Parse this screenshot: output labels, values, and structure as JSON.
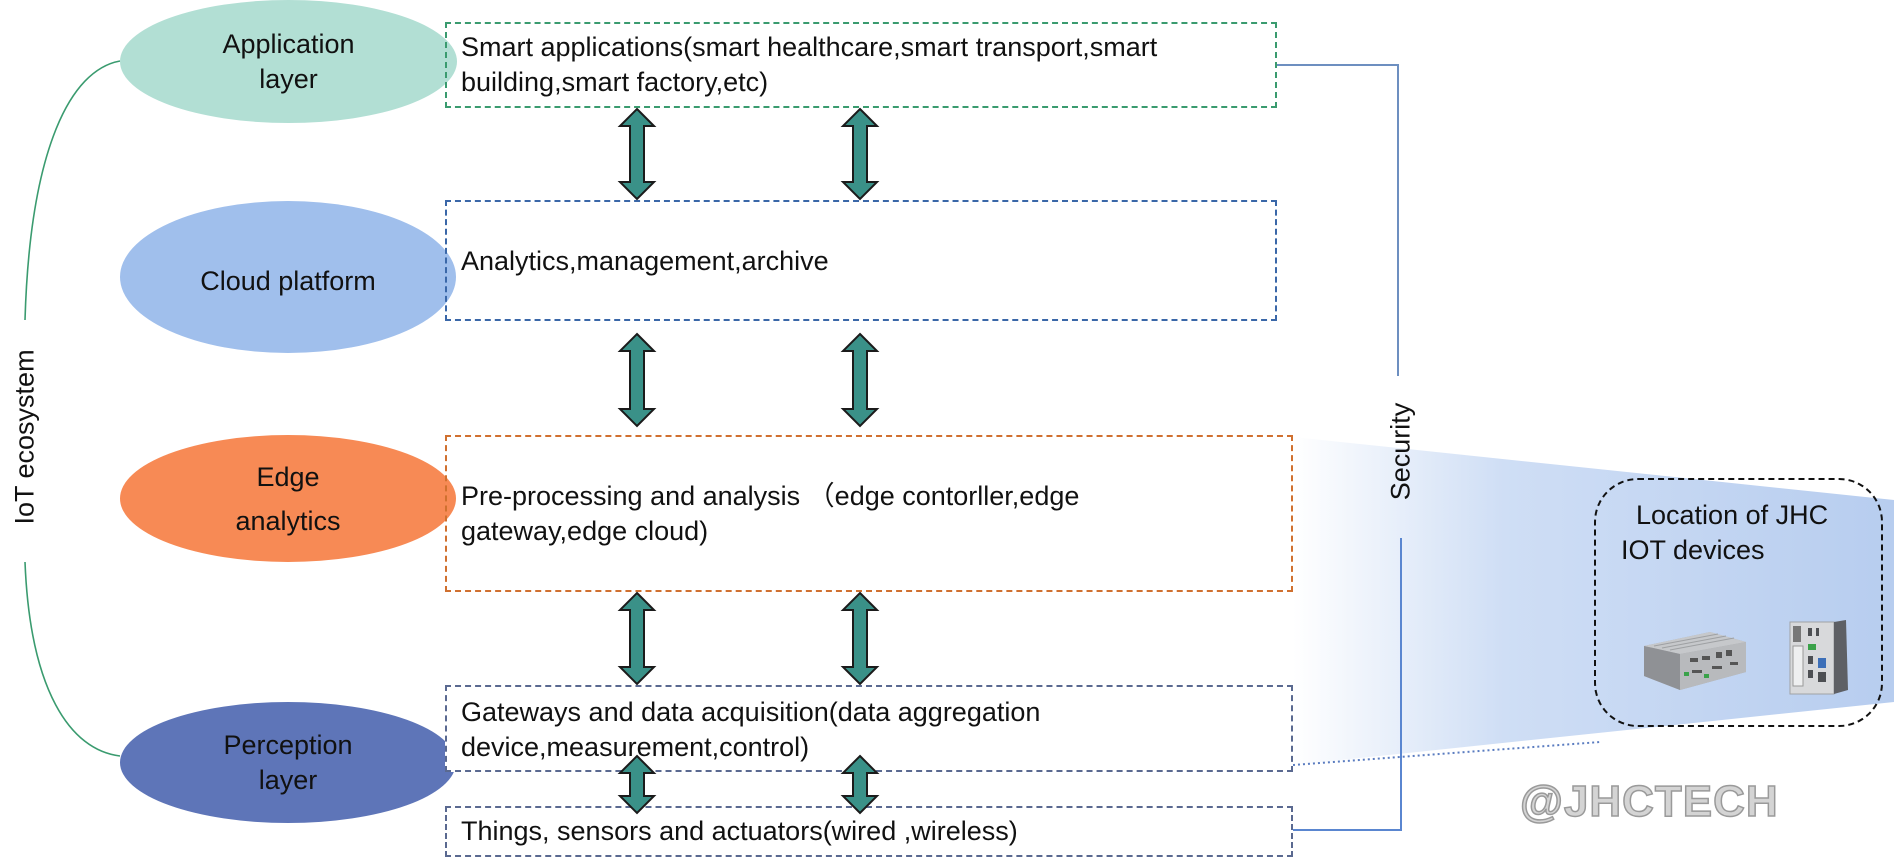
{
  "diagram": {
    "ecosystem_label": "IoT ecosystem",
    "security_label": "Security",
    "layers": [
      {
        "name": "Application layer",
        "line1": "Application",
        "line2": "layer",
        "color": "#b2dfd4",
        "border": "#3a9b6f",
        "description_line1": "Smart applications(smart healthcare,smart transport,smart",
        "description_line2": "building,smart factory,etc)"
      },
      {
        "name": "Cloud platform",
        "line1": "Cloud platform",
        "line2": "",
        "color": "#a0bfec",
        "border": "#3a67a8",
        "description_line1": "Analytics,management,archive",
        "description_line2": ""
      },
      {
        "name": "Edge analytics",
        "line1": "Edge",
        "line2": "analytics",
        "color": "#f78a55",
        "border": "#d0702f",
        "description_line1": "Pre-processing and analysis （edge contorller,edge",
        "description_line2": "gateway,edge cloud)"
      },
      {
        "name": "Perception layer",
        "line1": "Perception",
        "line2": "layer",
        "color": "#5e75b8",
        "border": "#5a6990",
        "description_line1": "Gateways and data acquisition(data aggregation",
        "description_line2": "device,measurement,control)"
      }
    ],
    "things_box": "Things, sensors and actuators(wired ,wireless)",
    "location_callout": {
      "line1": "Location of JHC",
      "line2": "IOT devices"
    },
    "devices": [
      {
        "icon": "fanless-box-pc-icon"
      },
      {
        "icon": "tower-edge-pc-icon"
      }
    ],
    "watermark": "@JHCTECH",
    "colors": {
      "arrow_fill": "#3a9188",
      "security_line": "#6d8fc0",
      "ecosystem_curve": "#3a9b6f",
      "funnel": "#b7cdef"
    }
  }
}
